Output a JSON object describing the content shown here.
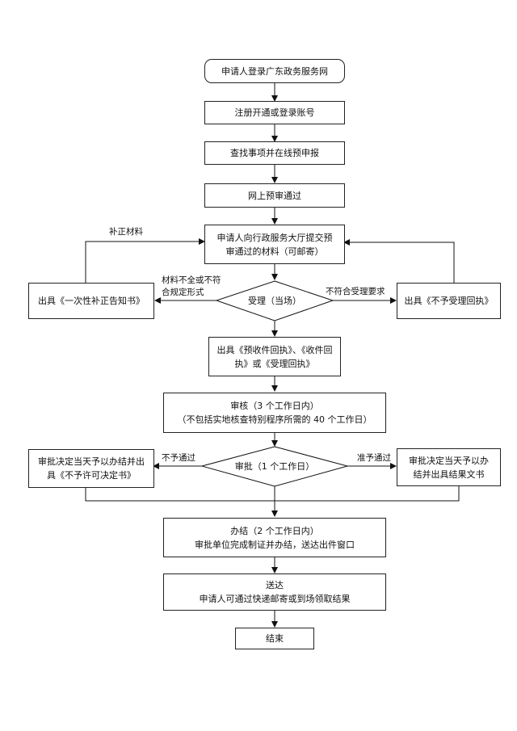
{
  "nodes": {
    "start": "申请人登录广东政务服务网",
    "register": "注册开通或登录账号",
    "search": "查找事项并在线预申报",
    "precheck": "网上预审通过",
    "submit": [
      "申请人向行政服务大厅提交预",
      "审通过的材料（可邮寄）"
    ],
    "accept": "受理（当场）",
    "notice_once": "出具《一次性补正告知书》",
    "reject_receipt": "出具《不予受理回执》",
    "receipt": [
      "出具《预收件回执》、《收件回",
      "执》或《受理回执》"
    ],
    "review": [
      "审核（3 个工作日内）",
      "（不包括实地核查特别程序所需的 40 个工作日）"
    ],
    "approve": "审批（1 个工作日）",
    "deny_decision": [
      "审批决定当天予以办结并出",
      "具《不予许可决定书》"
    ],
    "grant_decision": [
      "审批决定当天予以办",
      "结并出具结果文书"
    ],
    "complete": [
      "办结（2 个工作日内）",
      "审批单位完成制证并办结，送达出件窗口"
    ],
    "deliver": [
      "送达",
      "申请人可通过快递邮寄或到场领取结果"
    ],
    "end": "结束"
  },
  "edge_labels": {
    "supplement": "补正材料",
    "incomplete": [
      "材料不全或不符",
      "合规定形式"
    ],
    "not_conform": "不符合受理要求",
    "deny": "不予通过",
    "grant": "准予通过"
  }
}
